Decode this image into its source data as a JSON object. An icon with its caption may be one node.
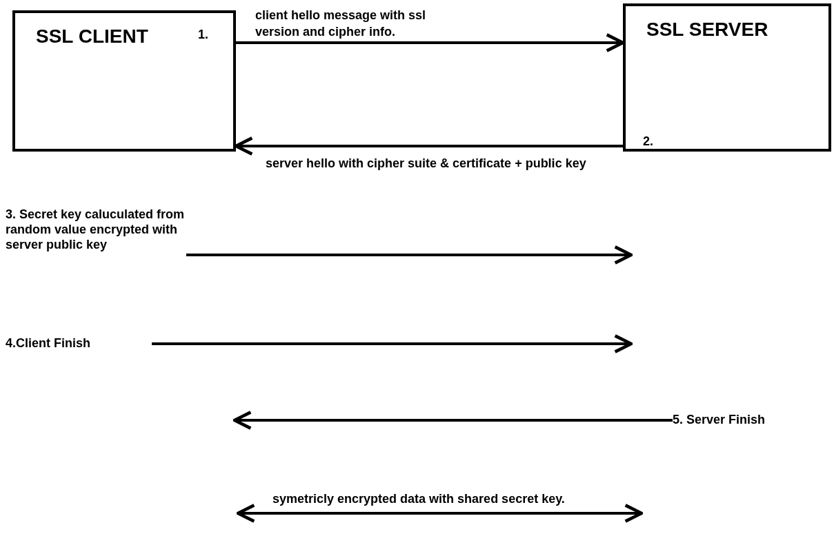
{
  "diagram": {
    "nodes": [
      {
        "text": [
          "SSL CLIENT",
          "1."
        ]
      },
      {
        "text": [
          "SSL SERVER",
          "2."
        ]
      },
      {
        "text": [
          "3. Secret key caluculated from random value encrypted with server public key"
        ]
      },
      {
        "text": [
          "4.Client Finish"
        ]
      },
      {
        "text": [
          "5. Server Finish"
        ]
      }
    ],
    "edges": [
      {
        "from": 0,
        "to": 1,
        "arrow": "to",
        "label": "client hello message with ssl version and cipher info."
      },
      {
        "from": 1,
        "to": 0,
        "arrow": "to",
        "label": "server hello with cipher suite & certificate + public key"
      },
      {
        "from": 2,
        "to": null,
        "arrow": "to"
      },
      {
        "from": 3,
        "to": null,
        "arrow": "to"
      },
      {
        "from": 4,
        "to": null,
        "arrow": "to"
      }
    ],
    "labels": [
      "symetricly encrypted data with shared secret key."
    ]
  }
}
